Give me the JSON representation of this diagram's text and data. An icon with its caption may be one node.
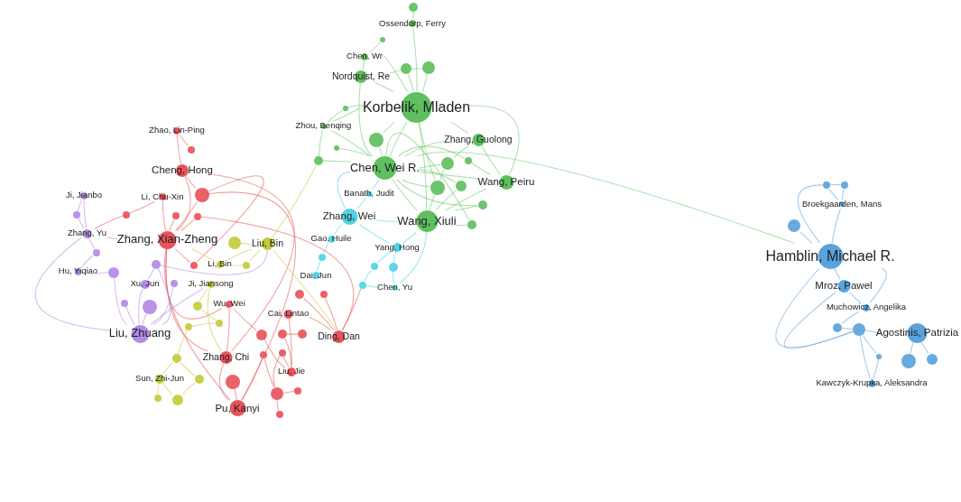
{
  "diagram": {
    "nodes": [
      {
        "text": [
          "Ossendorp, Ferry"
        ]
      },
      {
        "text": [],
        "shape": "circle"
      },
      {
        "text": [
          "Chen, Wr"
        ]
      },
      {
        "text": [],
        "shape": "circle"
      },
      {
        "text": [
          "Nordquist, Re"
        ]
      },
      {
        "text": [],
        "shape": "circle"
      },
      {
        "text": [],
        "shape": "circle"
      },
      {
        "text": [
          "Korbelik, Mladen"
        ]
      },
      {
        "text": [],
        "shape": "circle"
      },
      {
        "text": [
          "Zhou, Benqing"
        ]
      },
      {
        "text": [],
        "shape": "circle"
      },
      {
        "text": [],
        "shape": "circle"
      },
      {
        "text": [
          "Chen, Wei R."
        ]
      },
      {
        "text": [],
        "shape": "circle"
      },
      {
        "text": [
          "Zhang, Guolong"
        ]
      },
      {
        "text": [],
        "shape": "circle"
      },
      {
        "text": [],
        "shape": "circle"
      },
      {
        "text": [],
        "shape": "circle"
      },
      {
        "text": [
          "Wang, Peiru"
        ]
      },
      {
        "text": [],
        "shape": "circle"
      },
      {
        "text": [],
        "shape": "circle"
      },
      {
        "text": [
          "Wang, Xiuli"
        ]
      },
      {
        "text": [],
        "shape": "circle"
      },
      {
        "text": [
          "Banath, Judit"
        ]
      },
      {
        "text": [
          "Zhang, Wei"
        ]
      },
      {
        "text": [
          "Gao, Huile"
        ]
      },
      {
        "text": [],
        "shape": "circle"
      },
      {
        "text": [
          "Dai, Jun"
        ]
      },
      {
        "text": [
          "Yang, Hong"
        ]
      },
      {
        "text": [],
        "shape": "circle"
      },
      {
        "text": [],
        "shape": "circle"
      },
      {
        "text": [],
        "shape": "circle"
      },
      {
        "text": [
          "Chen, Yu"
        ]
      },
      {
        "text": [
          "Zhao, Lin-Ping"
        ]
      },
      {
        "text": [],
        "shape": "circle"
      },
      {
        "text": [
          "Cheng, Hong"
        ]
      },
      {
        "text": [],
        "shape": "circle"
      },
      {
        "text": [],
        "shape": "circle"
      },
      {
        "text": [
          "Li, Chu-Xin"
        ]
      },
      {
        "text": [],
        "shape": "circle"
      },
      {
        "text": [
          "Zhang, Xian-Zheng"
        ]
      },
      {
        "text": [],
        "shape": "circle"
      },
      {
        "text": [],
        "shape": "circle"
      },
      {
        "text": [],
        "shape": "circle"
      },
      {
        "text": [
          "Ding, Dan"
        ]
      },
      {
        "text": [],
        "shape": "circle"
      },
      {
        "text": [
          "Cai, Lintao"
        ]
      },
      {
        "text": [
          "Wu, Wei"
        ]
      },
      {
        "text": [],
        "shape": "circle"
      },
      {
        "text": [
          "Liu, Jie"
        ]
      },
      {
        "text": [],
        "shape": "circle"
      },
      {
        "text": [],
        "shape": "circle"
      },
      {
        "text": [
          "Zhang, Chi"
        ]
      },
      {
        "text": [],
        "shape": "circle"
      },
      {
        "text": [],
        "shape": "circle"
      },
      {
        "text": [
          "Pu, Kanyi"
        ]
      },
      {
        "text": [],
        "shape": "circle"
      },
      {
        "text": [],
        "shape": "circle"
      },
      {
        "text": [],
        "shape": "circle"
      },
      {
        "text": [],
        "shape": "circle"
      },
      {
        "text": [],
        "shape": "circle"
      },
      {
        "text": [
          "Liu, Bin"
        ]
      },
      {
        "text": [
          "Li, Bin"
        ]
      },
      {
        "text": [],
        "shape": "circle"
      },
      {
        "text": [
          "Ji, Jiansong"
        ]
      },
      {
        "text": [],
        "shape": "circle"
      },
      {
        "text": [],
        "shape": "circle"
      },
      {
        "text": [],
        "shape": "circle"
      },
      {
        "text": [],
        "shape": "circle"
      },
      {
        "text": [],
        "shape": "circle"
      },
      {
        "text": [
          "Sun, Zhi-Jun"
        ]
      },
      {
        "text": [],
        "shape": "circle"
      },
      {
        "text": [],
        "shape": "circle"
      },
      {
        "text": [
          "Ji, Jianbo"
        ]
      },
      {
        "text": [],
        "shape": "circle"
      },
      {
        "text": [
          "Zhang, Yu"
        ]
      },
      {
        "text": [],
        "shape": "circle"
      },
      {
        "text": [
          "Hu, Yiqiao"
        ]
      },
      {
        "text": [],
        "shape": "circle"
      },
      {
        "text": [],
        "shape": "circle"
      },
      {
        "text": [
          "Xu, Jun"
        ]
      },
      {
        "text": [],
        "shape": "circle"
      },
      {
        "text": [
          "Liu, Zhuang"
        ]
      },
      {
        "text": [],
        "shape": "circle"
      },
      {
        "text": [],
        "shape": "circle"
      },
      {
        "text": [],
        "shape": "circle"
      },
      {
        "text": [],
        "shape": "circle"
      },
      {
        "text": [
          "Broekgaarden, Mans"
        ]
      },
      {
        "text": [],
        "shape": "circle"
      },
      {
        "text": [
          "Hamblin, Michael R."
        ]
      },
      {
        "text": [
          "Mroz, Pawel"
        ]
      },
      {
        "text": [
          "Muchowicz, Angelika"
        ]
      },
      {
        "text": [],
        "shape": "circle"
      },
      {
        "text": [],
        "shape": "circle"
      },
      {
        "text": [
          "Agostinis, Patrizia"
        ]
      },
      {
        "text": [],
        "shape": "circle"
      },
      {
        "text": [],
        "shape": "circle"
      },
      {
        "text": [
          "Kawczyk-Krupka, Aleksandra"
        ]
      },
      {
        "text": [],
        "shape": "circle"
      }
    ],
    "edges": [
      {
        "from": 7,
        "to": 0,
        "arrow": "none"
      },
      {
        "from": 0,
        "to": 1,
        "arrow": "none"
      },
      {
        "from": 7,
        "to": 2,
        "arrow": "none"
      },
      {
        "from": 2,
        "to": 3,
        "arrow": "none"
      },
      {
        "from": 7,
        "to": 4,
        "arrow": "none"
      },
      {
        "from": 4,
        "to": 2,
        "arrow": "none"
      },
      {
        "from": 4,
        "to": 5,
        "arrow": "none"
      },
      {
        "from": 7,
        "to": 5,
        "arrow": "none"
      },
      {
        "from": 7,
        "to": 6,
        "arrow": "none"
      },
      {
        "from": 5,
        "to": 6,
        "arrow": "none"
      },
      {
        "from": 7,
        "to": 8,
        "arrow": "none"
      },
      {
        "from": 7,
        "to": 9,
        "arrow": "none"
      },
      {
        "from": 7,
        "to": 10,
        "arrow": "none"
      },
      {
        "from": 7,
        "to": 12,
        "arrow": "none"
      },
      {
        "from": 7,
        "to": 14,
        "arrow": "none"
      },
      {
        "from": 7,
        "to": 17,
        "arrow": "none"
      },
      {
        "from": 7,
        "to": 18,
        "arrow": "none"
      },
      {
        "from": 7,
        "to": 21,
        "arrow": "none"
      },
      {
        "from": 12,
        "to": 9,
        "arrow": "none"
      },
      {
        "from": 12,
        "to": 10,
        "arrow": "none"
      },
      {
        "from": 12,
        "to": 11,
        "arrow": "none"
      },
      {
        "from": 12,
        "to": 13,
        "arrow": "none"
      },
      {
        "from": 12,
        "to": 14,
        "arrow": "none"
      },
      {
        "from": 12,
        "to": 15,
        "arrow": "none"
      },
      {
        "from": 12,
        "to": 16,
        "arrow": "none"
      },
      {
        "from": 12,
        "to": 17,
        "arrow": "none"
      },
      {
        "from": 12,
        "to": 18,
        "arrow": "none"
      },
      {
        "from": 12,
        "to": 19,
        "arrow": "none"
      },
      {
        "from": 12,
        "to": 20,
        "arrow": "none"
      },
      {
        "from": 12,
        "to": 21,
        "arrow": "none"
      },
      {
        "from": 12,
        "to": 22,
        "arrow": "none"
      },
      {
        "from": 12,
        "to": 4,
        "arrow": "none"
      },
      {
        "from": 8,
        "to": 9,
        "arrow": "none"
      },
      {
        "from": 9,
        "to": 13,
        "arrow": "none"
      },
      {
        "from": 14,
        "to": 15,
        "arrow": "none"
      },
      {
        "from": 14,
        "to": 18,
        "arrow": "none"
      },
      {
        "from": 15,
        "to": 17,
        "arrow": "none"
      },
      {
        "from": 16,
        "to": 18,
        "arrow": "none"
      },
      {
        "from": 17,
        "to": 21,
        "arrow": "none"
      },
      {
        "from": 18,
        "to": 21,
        "arrow": "none"
      },
      {
        "from": 19,
        "to": 21,
        "arrow": "none"
      },
      {
        "from": 20,
        "to": 21,
        "arrow": "none"
      },
      {
        "from": 21,
        "to": 22,
        "arrow": "none"
      },
      {
        "from": 12,
        "to": 89,
        "arrow": "none"
      },
      {
        "from": 23,
        "to": 12,
        "arrow": "none",
        "color": "#4dd0e1"
      },
      {
        "from": 24,
        "to": 23,
        "arrow": "none",
        "color": "#4dd0e1"
      },
      {
        "from": 24,
        "to": 12,
        "arrow": "none",
        "color": "#4dd0e1"
      },
      {
        "from": 24,
        "to": 21,
        "arrow": "none",
        "color": "#4dd0e1"
      },
      {
        "from": 24,
        "to": 25,
        "arrow": "none",
        "color": "#4dd0e1"
      },
      {
        "from": 25,
        "to": 26,
        "arrow": "none",
        "color": "#4dd0e1"
      },
      {
        "from": 26,
        "to": 27,
        "arrow": "none",
        "color": "#4dd0e1"
      },
      {
        "from": 24,
        "to": 28,
        "arrow": "none",
        "color": "#4dd0e1"
      },
      {
        "from": 28,
        "to": 21,
        "arrow": "none",
        "color": "#4dd0e1"
      },
      {
        "from": 28,
        "to": 29,
        "arrow": "none",
        "color": "#4dd0e1"
      },
      {
        "from": 28,
        "to": 30,
        "arrow": "none",
        "color": "#4dd0e1"
      },
      {
        "from": 29,
        "to": 31,
        "arrow": "none",
        "color": "#4dd0e1"
      },
      {
        "from": 30,
        "to": 32,
        "arrow": "none",
        "color": "#4dd0e1"
      },
      {
        "from": 31,
        "to": 32,
        "arrow": "none",
        "color": "#4dd0e1"
      },
      {
        "from": 32,
        "to": 21,
        "arrow": "none",
        "color": "#4dd0e1"
      },
      {
        "from": 33,
        "to": 34,
        "arrow": "none",
        "color": "#e8575a"
      },
      {
        "from": 33,
        "to": 35,
        "arrow": "none",
        "color": "#e8575a"
      },
      {
        "from": 35,
        "to": 36,
        "arrow": "none",
        "color": "#e8575a"
      },
      {
        "from": 35,
        "to": 40,
        "arrow": "none",
        "color": "#e8575a"
      },
      {
        "from": 36,
        "to": 40,
        "arrow": "none",
        "color": "#e8575a"
      },
      {
        "from": 38,
        "to": 40,
        "arrow": "none",
        "color": "#e8575a"
      },
      {
        "from": 37,
        "to": 38,
        "arrow": "none",
        "color": "#e8575a"
      },
      {
        "from": 39,
        "to": 40,
        "arrow": "none",
        "color": "#e8575a"
      },
      {
        "from": 40,
        "to": 41,
        "arrow": "none",
        "color": "#e8575a"
      },
      {
        "from": 40,
        "to": 42,
        "arrow": "none",
        "color": "#e8575a"
      },
      {
        "from": 36,
        "to": 42,
        "arrow": "none",
        "color": "#e8575a"
      },
      {
        "from": 35,
        "to": 52,
        "arrow": "none",
        "color": "#e8575a"
      },
      {
        "from": 40,
        "to": 52,
        "arrow": "none",
        "color": "#e8575a"
      },
      {
        "from": 36,
        "to": 55,
        "arrow": "none",
        "color": "#e8575a"
      },
      {
        "from": 40,
        "to": 55,
        "arrow": "none",
        "color": "#e8575a"
      },
      {
        "from": 40,
        "to": 47,
        "arrow": "none",
        "color": "#e8575a"
      },
      {
        "from": 52,
        "to": 47,
        "arrow": "none",
        "color": "#e8575a"
      },
      {
        "from": 47,
        "to": 48,
        "arrow": "none",
        "color": "#e8575a"
      },
      {
        "from": 48,
        "to": 49,
        "arrow": "none",
        "color": "#e8575a"
      },
      {
        "from": 49,
        "to": 50,
        "arrow": "none",
        "color": "#e8575a"
      },
      {
        "from": 50,
        "to": 51,
        "arrow": "none",
        "color": "#e8575a"
      },
      {
        "from": 46,
        "to": 49,
        "arrow": "none",
        "color": "#e8575a"
      },
      {
        "from": 46,
        "to": 44,
        "arrow": "none",
        "color": "#e8575a"
      },
      {
        "from": 43,
        "to": 44,
        "arrow": "none",
        "color": "#e8575a"
      },
      {
        "from": 44,
        "to": 45,
        "arrow": "none",
        "color": "#e8575a"
      },
      {
        "from": 41,
        "to": 44,
        "arrow": "none",
        "color": "#e8575a"
      },
      {
        "from": 44,
        "to": 31,
        "arrow": "none",
        "color": "#e8575a"
      },
      {
        "from": 52,
        "to": 55,
        "arrow": "none",
        "color": "#e8575a"
      },
      {
        "from": 55,
        "to": 54,
        "arrow": "none",
        "color": "#e8575a"
      },
      {
        "from": 55,
        "to": 57,
        "arrow": "none",
        "color": "#e8575a"
      },
      {
        "from": 54,
        "to": 56,
        "arrow": "none",
        "color": "#e8575a"
      },
      {
        "from": 56,
        "to": 58,
        "arrow": "none",
        "color": "#e8575a"
      },
      {
        "from": 56,
        "to": 59,
        "arrow": "none",
        "color": "#e8575a"
      },
      {
        "from": 56,
        "to": 53,
        "arrow": "none",
        "color": "#e8575a"
      },
      {
        "from": 53,
        "to": 49,
        "arrow": "none",
        "color": "#e8575a"
      },
      {
        "from": 37,
        "to": 75,
        "arrow": "none",
        "color": "#e8575a"
      },
      {
        "from": 60,
        "to": 61,
        "arrow": "none",
        "color": "#c9c93a"
      },
      {
        "from": 61,
        "to": 62,
        "arrow": "none",
        "color": "#c9c93a"
      },
      {
        "from": 62,
        "to": 63,
        "arrow": "none",
        "color": "#c9c93a"
      },
      {
        "from": 61,
        "to": 63,
        "arrow": "none",
        "color": "#c9c93a"
      },
      {
        "from": 62,
        "to": 40,
        "arrow": "none",
        "color": "#c9c93a"
      },
      {
        "from": 61,
        "to": 13,
        "arrow": "none",
        "color": "#c9c93a"
      },
      {
        "from": 61,
        "to": 44,
        "arrow": "none",
        "color": "#c9c93a"
      },
      {
        "from": 64,
        "to": 65,
        "arrow": "none",
        "color": "#c9c93a"
      },
      {
        "from": 64,
        "to": 52,
        "arrow": "none",
        "color": "#c9c93a"
      },
      {
        "from": 65,
        "to": 66,
        "arrow": "none",
        "color": "#c9c93a"
      },
      {
        "from": 66,
        "to": 67,
        "arrow": "none",
        "color": "#c9c93a"
      },
      {
        "from": 67,
        "to": 68,
        "arrow": "none",
        "color": "#c9c93a"
      },
      {
        "from": 68,
        "to": 69,
        "arrow": "none",
        "color": "#c9c93a"
      },
      {
        "from": 68,
        "to": 70,
        "arrow": "none",
        "color": "#c9c93a"
      },
      {
        "from": 70,
        "to": 71,
        "arrow": "none",
        "color": "#c9c93a"
      },
      {
        "from": 70,
        "to": 72,
        "arrow": "none",
        "color": "#c9c93a"
      },
      {
        "from": 69,
        "to": 71,
        "arrow": "none",
        "color": "#c9c93a"
      },
      {
        "from": 73,
        "to": 74,
        "arrow": "none",
        "color": "#b089e0"
      },
      {
        "from": 74,
        "to": 75,
        "arrow": "none",
        "color": "#b089e0"
      },
      {
        "from": 73,
        "to": 75,
        "arrow": "none",
        "color": "#b089e0"
      },
      {
        "from": 75,
        "to": 76,
        "arrow": "none",
        "color": "#b089e0"
      },
      {
        "from": 76,
        "to": 77,
        "arrow": "none",
        "color": "#b089e0"
      },
      {
        "from": 77,
        "to": 78,
        "arrow": "none",
        "color": "#b089e0"
      },
      {
        "from": 78,
        "to": 82,
        "arrow": "none",
        "color": "#b089e0"
      },
      {
        "from": 79,
        "to": 82,
        "arrow": "none",
        "color": "#b089e0"
      },
      {
        "from": 80,
        "to": 82,
        "arrow": "none",
        "color": "#b089e0"
      },
      {
        "from": 81,
        "to": 82,
        "arrow": "none",
        "color": "#b089e0"
      },
      {
        "from": 83,
        "to": 82,
        "arrow": "none",
        "color": "#b089e0"
      },
      {
        "from": 84,
        "to": 82,
        "arrow": "none",
        "color": "#b089e0"
      },
      {
        "from": 80,
        "to": 79,
        "arrow": "none",
        "color": "#b089e0"
      },
      {
        "from": 75,
        "to": 82,
        "arrow": "none",
        "color": "#b089e0"
      },
      {
        "from": 75,
        "to": 40,
        "arrow": "none",
        "color": "#b089e0"
      },
      {
        "from": 82,
        "to": 64,
        "arrow": "none",
        "color": "#b089e0"
      },
      {
        "from": 79,
        "to": 61,
        "arrow": "none",
        "color": "#b089e0"
      },
      {
        "from": 85,
        "to": 86,
        "arrow": "none",
        "color": "#5a9fdc"
      },
      {
        "from": 85,
        "to": 87,
        "arrow": "none",
        "color": "#5a9fdc"
      },
      {
        "from": 86,
        "to": 87,
        "arrow": "none",
        "color": "#5a9fdc"
      },
      {
        "from": 86,
        "to": 89,
        "arrow": "none",
        "color": "#5a9fdc"
      },
      {
        "from": 87,
        "to": 89,
        "arrow": "none",
        "color": "#5a9fdc"
      },
      {
        "from": 88,
        "to": 89,
        "arrow": "none",
        "color": "#5a9fdc"
      },
      {
        "from": 89,
        "to": 90,
        "arrow": "none",
        "color": "#5a9fdc"
      },
      {
        "from": 90,
        "to": 91,
        "arrow": "none",
        "color": "#5a9fdc"
      },
      {
        "from": 89,
        "to": 91,
        "arrow": "none",
        "color": "#5a9fdc"
      },
      {
        "from": 91,
        "to": 92,
        "arrow": "none",
        "color": "#5a9fdc"
      },
      {
        "from": 90,
        "to": 93,
        "arrow": "none",
        "color": "#5a9fdc"
      },
      {
        "from": 92,
        "to": 93,
        "arrow": "none",
        "color": "#5a9fdc"
      },
      {
        "from": 89,
        "to": 93,
        "arrow": "none",
        "color": "#5a9fdc"
      },
      {
        "from": 93,
        "to": 94,
        "arrow": "none",
        "color": "#5a9fdc"
      },
      {
        "from": 94,
        "to": 95,
        "arrow": "none",
        "color": "#5a9fdc"
      },
      {
        "from": 94,
        "to": 96,
        "arrow": "none",
        "color": "#5a9fdc"
      },
      {
        "from": 93,
        "to": 97,
        "arrow": "none",
        "color": "#5a9fdc"
      },
      {
        "from": 97,
        "to": 98,
        "arrow": "none",
        "color": "#5a9fdc"
      },
      {
        "from": 93,
        "to": 98,
        "arrow": "none",
        "color": "#5a9fdc"
      }
    ]
  }
}
